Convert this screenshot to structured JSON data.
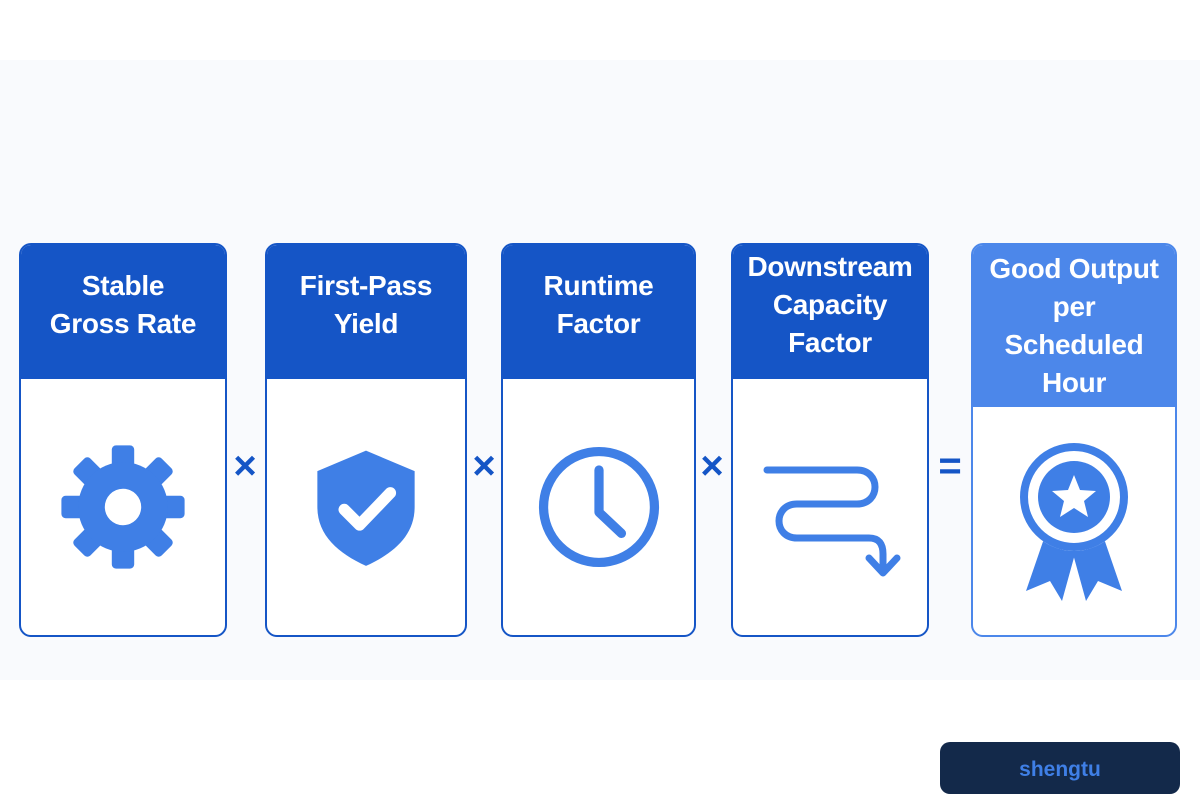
{
  "equation": {
    "factors": [
      {
        "title": "Stable\nGross Rate",
        "icon": "gear-icon"
      },
      {
        "title": "First-Pass\nYield",
        "icon": "shield-check-icon"
      },
      {
        "title": "Runtime\nFactor",
        "icon": "clock-icon"
      },
      {
        "title": "Downstream\nCapacity Factor",
        "icon": "winding-arrow-icon"
      }
    ],
    "operators": [
      "×",
      "×",
      "×"
    ],
    "equals": "=",
    "result": {
      "title": "Good Output\nper Scheduled\nHour",
      "icon": "award-medal-icon"
    }
  },
  "watermark": {
    "text": "shengtu"
  },
  "colors": {
    "primary": "#1555c6",
    "result": "#4c87ea",
    "icon": "#3f7fe6",
    "badge_bg": "#13294a",
    "badge_text": "#3f7fe6"
  }
}
